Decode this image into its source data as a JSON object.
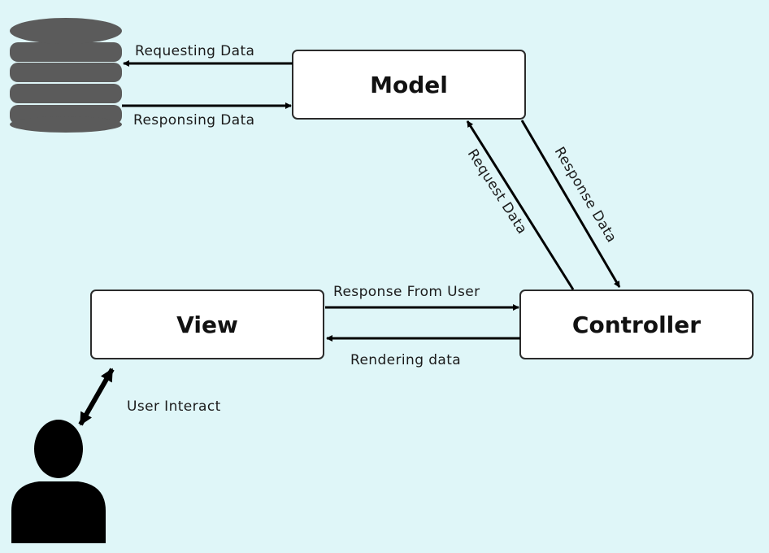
{
  "nodes": {
    "model": "Model",
    "view": "View",
    "controller": "Controller"
  },
  "edges": {
    "requesting_data": "Requesting Data",
    "responsing_data": "Responsing Data",
    "request_data": "Request Data",
    "response_data": "Response Data",
    "response_from_user": "Response From User",
    "rendering_data": "Rendering data",
    "user_interact": "User Interact"
  },
  "icons": {
    "database": "database-icon",
    "user": "user-icon"
  },
  "colors": {
    "background": "#dff6f8",
    "box_fill": "#ffffff",
    "box_stroke": "#2b2b2b",
    "arrow": "#000000",
    "database": "#5b5b5b",
    "user": "#000000"
  }
}
